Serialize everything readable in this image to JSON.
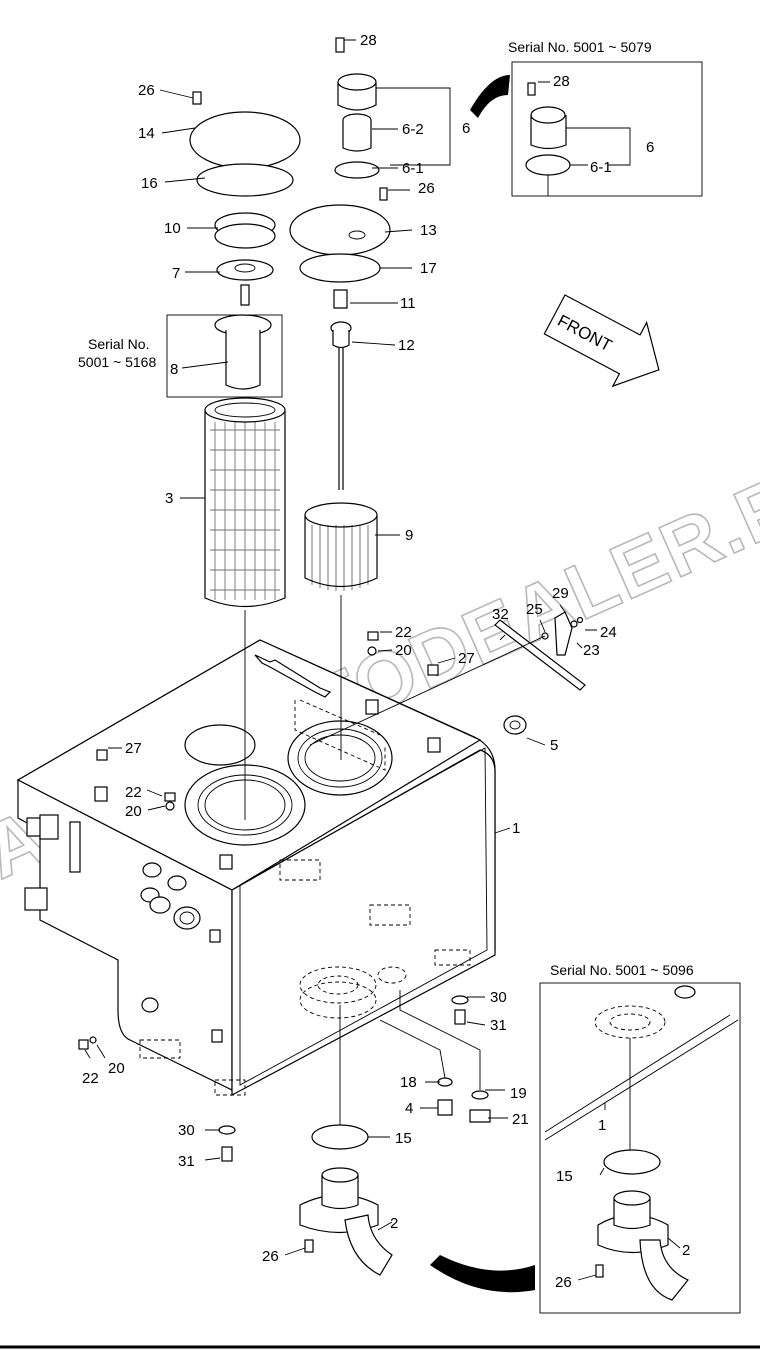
{
  "watermark": "AGAT.AUTODEALER.RU",
  "direction_label": "FRONT",
  "serial_boxes": {
    "cap": "Serial No. 5001 ~ 5079",
    "strainer_top": "Serial No.",
    "strainer_bottom": "5001 ~ 5168",
    "suction": "Serial No. 5001 ~ 5096"
  },
  "callouts": {
    "c28a": "28",
    "c6a": "6",
    "c62": "6-2",
    "c61a": "6-1",
    "c26a": "26",
    "c13": "13",
    "c17": "17",
    "c11": "11",
    "c12": "12",
    "c26b": "26",
    "c14": "14",
    "c16": "16",
    "c10": "10",
    "c7": "7",
    "c8": "8",
    "c3": "3",
    "c9": "9",
    "c28b": "28",
    "c6b": "6",
    "c61b": "6-1",
    "c32": "32",
    "c25": "25",
    "c29": "29",
    "c24": "24",
    "c23": "23",
    "c22a": "22",
    "c20a": "20",
    "c27a": "27",
    "c5": "5",
    "c27b": "27",
    "c22b": "22",
    "c20b": "20",
    "c1": "1",
    "c30a": "30",
    "c31a": "31",
    "c22c": "22",
    "c20c": "20",
    "c18": "18",
    "c4": "4",
    "c19": "19",
    "c21": "21",
    "c30b": "30",
    "c31b": "31",
    "c15a": "15",
    "c2a": "2",
    "c26c": "26",
    "c1b": "1",
    "c15b": "15",
    "c2b": "2",
    "c26d": "26"
  }
}
